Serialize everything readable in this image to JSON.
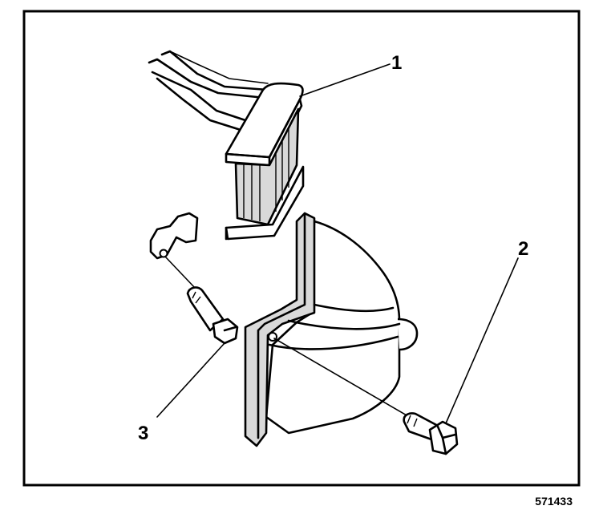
{
  "callouts": {
    "one": "1",
    "two": "2",
    "three": "3"
  },
  "figure_number": "571433"
}
